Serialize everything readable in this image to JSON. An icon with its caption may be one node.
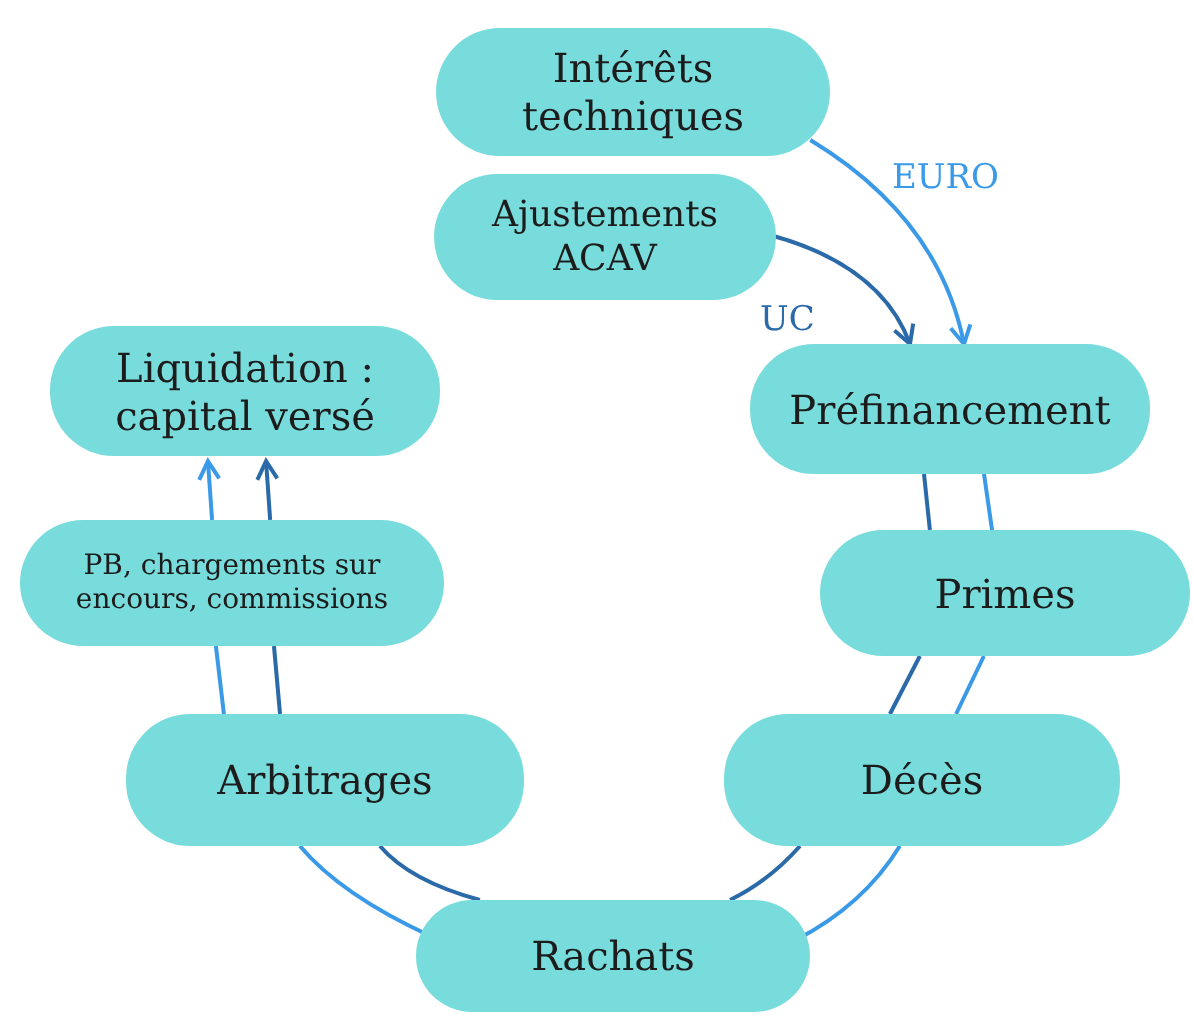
{
  "diagram": {
    "nodes": [
      {
        "text": [
          "Intérêts techniques"
        ]
      },
      {
        "text": [
          "Ajustements ACAV"
        ]
      },
      {
        "text": [
          "Liquidation : capital versé"
        ]
      },
      {
        "text": [
          "Préfinancement"
        ]
      },
      {
        "text": [
          "PB, chargements sur encours, commissions"
        ]
      },
      {
        "text": [
          "Primes"
        ]
      },
      {
        "text": [
          "Arbitrages"
        ]
      },
      {
        "text": [
          "Décès"
        ]
      },
      {
        "text": [
          "Rachats"
        ]
      }
    ],
    "edges": [
      {
        "from": 0,
        "to": 3,
        "arrow": "to",
        "label": "EURO",
        "color": "#3a9ae8"
      },
      {
        "from": 3,
        "to": 5,
        "arrow": "none",
        "color": "#3a9ae8"
      },
      {
        "from": 5,
        "to": 7,
        "arrow": "none",
        "color": "#3a9ae8"
      },
      {
        "from": 7,
        "to": 8,
        "arrow": "none",
        "color": "#3a9ae8"
      },
      {
        "from": 8,
        "to": 6,
        "arrow": "none",
        "color": "#3a9ae8"
      },
      {
        "from": 6,
        "to": 4,
        "arrow": "none",
        "color": "#3a9ae8"
      },
      {
        "from": 4,
        "to": 2,
        "arrow": "to",
        "color": "#3a9ae8"
      },
      {
        "from": 1,
        "to": 3,
        "arrow": "to",
        "label": "UC",
        "color": "#2a6aa8"
      },
      {
        "from": 3,
        "to": 5,
        "arrow": "none",
        "color": "#2a6aa8"
      },
      {
        "from": 5,
        "to": 7,
        "arrow": "none",
        "color": "#2a6aa8"
      },
      {
        "from": 7,
        "to": 8,
        "arrow": "none",
        "color": "#2a6aa8"
      },
      {
        "from": 8,
        "to": 6,
        "arrow": "none",
        "color": "#2a6aa8"
      },
      {
        "from": 6,
        "to": 4,
        "arrow": "none",
        "color": "#2a6aa8"
      },
      {
        "from": 4,
        "to": 2,
        "arrow": "to",
        "color": "#2a6aa8"
      }
    ]
  }
}
